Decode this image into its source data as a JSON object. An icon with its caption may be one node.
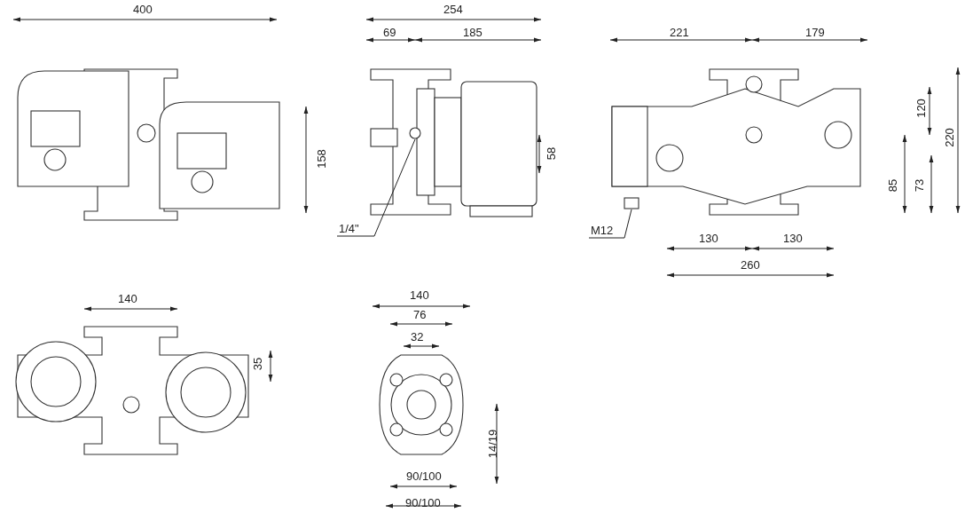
{
  "diagram": {
    "nodes": [
      {
        "text": [
          "1/4\""
        ]
      },
      {
        "text": [],
        "shape": "circle"
      },
      {
        "text": [
          "M12"
        ]
      },
      {
        "text": [],
        "shape": "box"
      }
    ],
    "edges": [
      {
        "from": 0,
        "to": 1,
        "arrow": "none"
      },
      {
        "from": 2,
        "to": 3,
        "arrow": "none"
      }
    ],
    "labels": [
      "400",
      "254",
      "69",
      "185",
      "221",
      "179",
      "158",
      "58",
      "120",
      "220",
      "85",
      "73",
      "130",
      "130",
      "260",
      "140",
      "35",
      "140",
      "76",
      "32",
      "14/19",
      "90/100",
      "90/100"
    ]
  }
}
